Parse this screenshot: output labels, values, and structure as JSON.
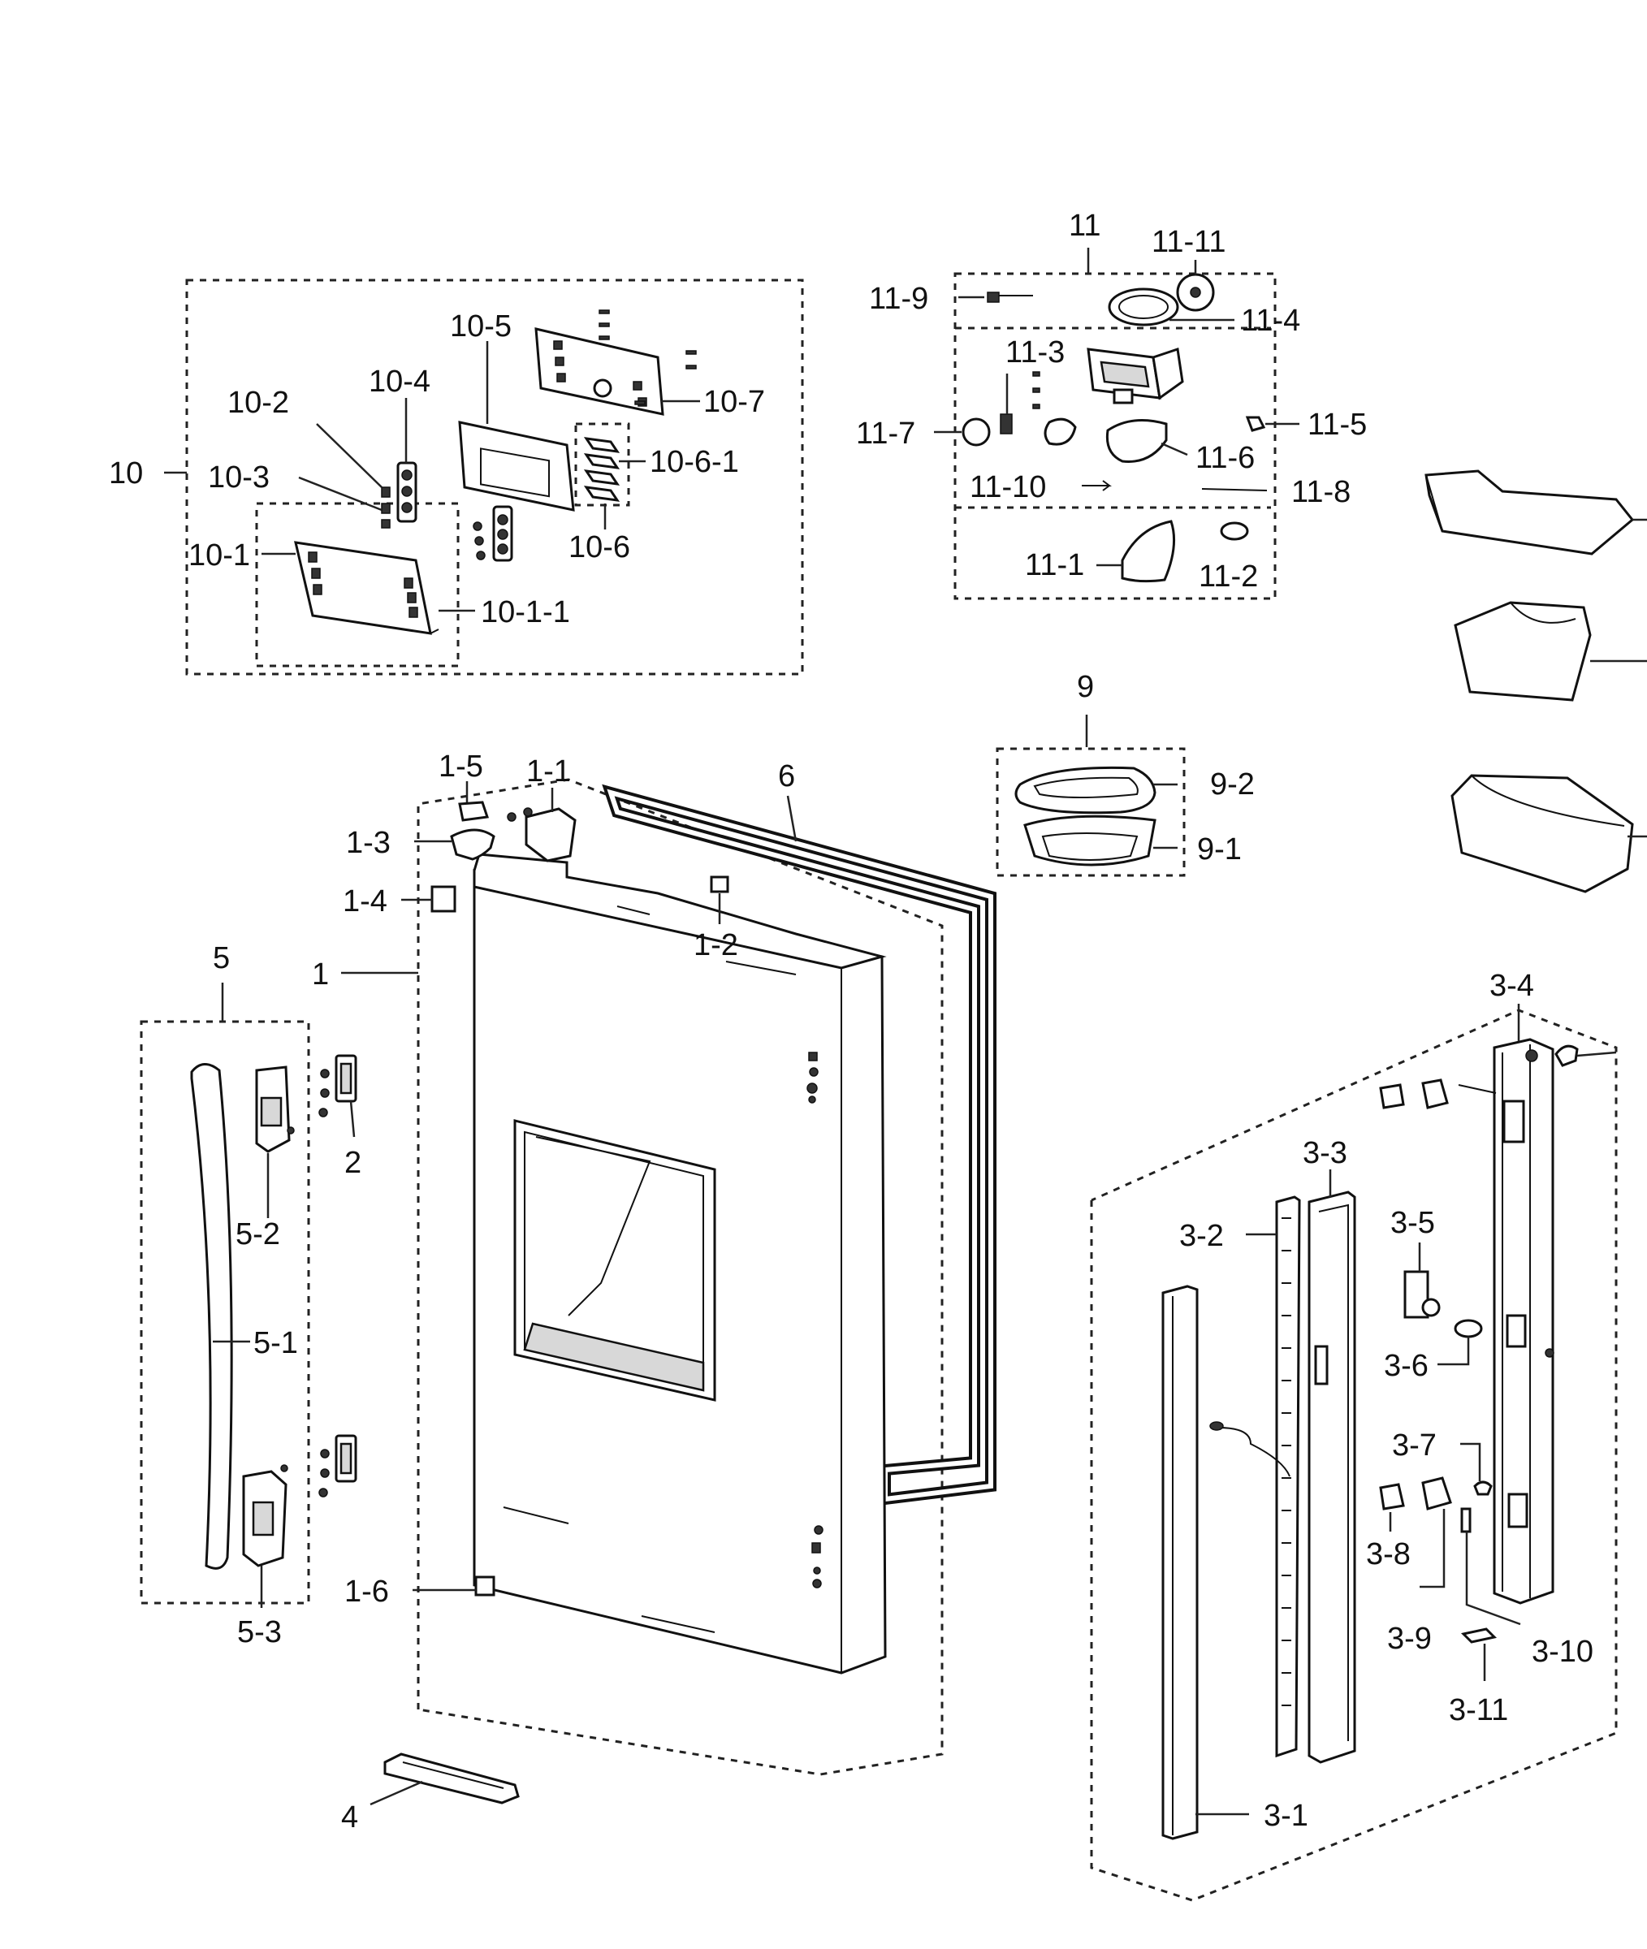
{
  "labels": [
    {
      "id": "10",
      "text": "10"
    },
    {
      "id": "10-1",
      "text": "10-1"
    },
    {
      "id": "10-1-1",
      "text": "10-1-1"
    },
    {
      "id": "10-2",
      "text": "10-2"
    },
    {
      "id": "10-3",
      "text": "10-3"
    },
    {
      "id": "10-4",
      "text": "10-4"
    },
    {
      "id": "10-5",
      "text": "10-5"
    },
    {
      "id": "10-6",
      "text": "10-6"
    },
    {
      "id": "10-6-1",
      "text": "10-6-1"
    },
    {
      "id": "10-7",
      "text": "10-7"
    },
    {
      "id": "11",
      "text": "11"
    },
    {
      "id": "11-1",
      "text": "11-1"
    },
    {
      "id": "11-2",
      "text": "11-2"
    },
    {
      "id": "11-3",
      "text": "11-3"
    },
    {
      "id": "11-4",
      "text": "11-4"
    },
    {
      "id": "11-5",
      "text": "11-5"
    },
    {
      "id": "11-6",
      "text": "11-6"
    },
    {
      "id": "11-7",
      "text": "11-7"
    },
    {
      "id": "11-8",
      "text": "11-8"
    },
    {
      "id": "11-9",
      "text": "11-9"
    },
    {
      "id": "11-10",
      "text": "11-10"
    },
    {
      "id": "11-11",
      "text": "11-11"
    },
    {
      "id": "9",
      "text": "9"
    },
    {
      "id": "9-1",
      "text": "9-1"
    },
    {
      "id": "9-2",
      "text": "9-2"
    },
    {
      "id": "1",
      "text": "1"
    },
    {
      "id": "1-1",
      "text": "1-1"
    },
    {
      "id": "1-2",
      "text": "1-2"
    },
    {
      "id": "1-3",
      "text": "1-3"
    },
    {
      "id": "1-4",
      "text": "1-4"
    },
    {
      "id": "1-5",
      "text": "1-5"
    },
    {
      "id": "1-6",
      "text": "1-6"
    },
    {
      "id": "2",
      "text": "2"
    },
    {
      "id": "4",
      "text": "4"
    },
    {
      "id": "5",
      "text": "5"
    },
    {
      "id": "5-1",
      "text": "5-1"
    },
    {
      "id": "5-2",
      "text": "5-2"
    },
    {
      "id": "5-3",
      "text": "5-3"
    },
    {
      "id": "6",
      "text": "6"
    },
    {
      "id": "3-1",
      "text": "3-1"
    },
    {
      "id": "3-2",
      "text": "3-2"
    },
    {
      "id": "3-3",
      "text": "3-3"
    },
    {
      "id": "3-4",
      "text": "3-4"
    },
    {
      "id": "3-5",
      "text": "3-5"
    },
    {
      "id": "3-6",
      "text": "3-6"
    },
    {
      "id": "3-7",
      "text": "3-7"
    },
    {
      "id": "3-8",
      "text": "3-8"
    },
    {
      "id": "3-9",
      "text": "3-9"
    },
    {
      "id": "3-10",
      "text": "3-10"
    },
    {
      "id": "3-11",
      "text": "3-11"
    }
  ]
}
